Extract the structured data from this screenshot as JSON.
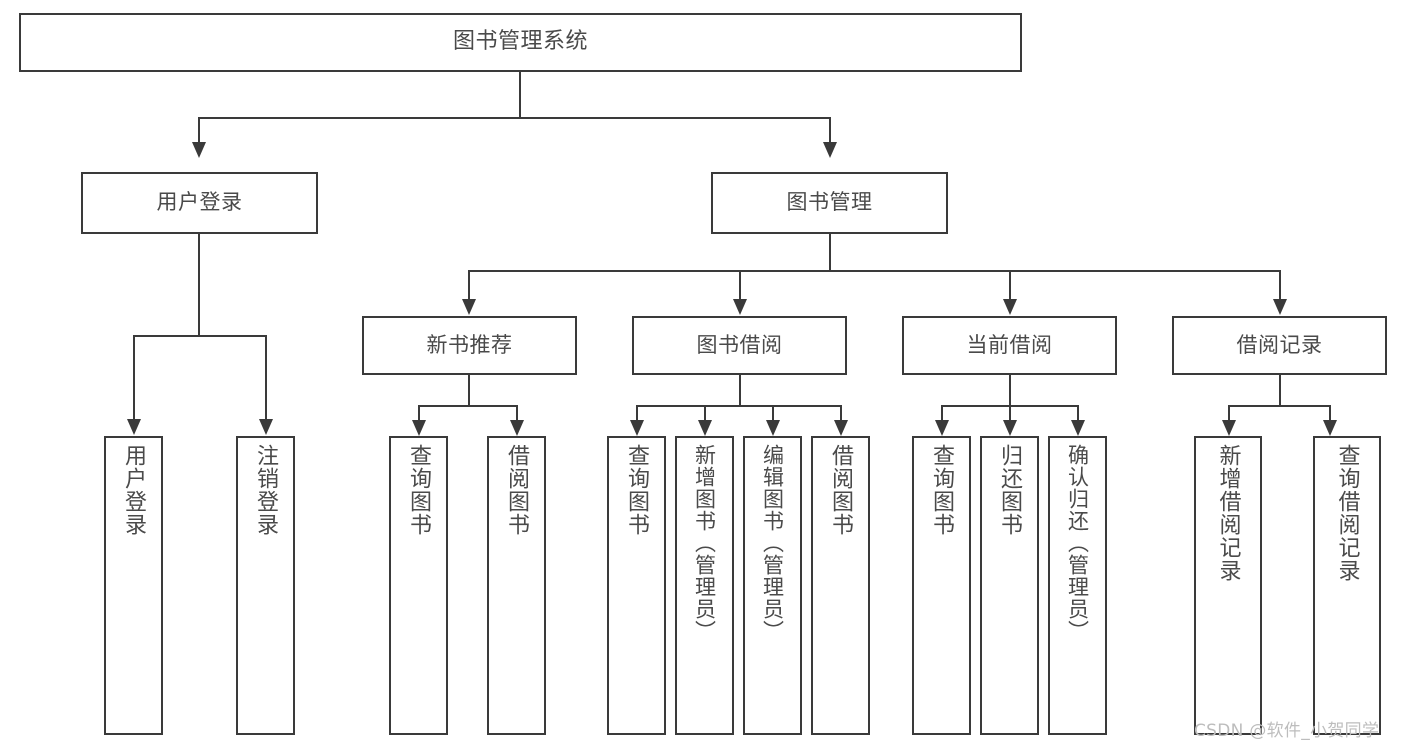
{
  "diagram": {
    "title": "图书管理系统",
    "type": "功能结构图",
    "watermark": "CSDN @软件_小贺同学",
    "style": {
      "border_color": "#3a3a3a",
      "text_color": "#4a4a4a",
      "background": "#ffffff",
      "watermark_color": "#bdbdbd"
    }
  },
  "nodes": {
    "root": {
      "label": "图书管理系统",
      "level": 1
    },
    "level2": [
      {
        "id": "user-login",
        "label": "用户登录"
      },
      {
        "id": "book-manage",
        "label": "图书管理"
      }
    ],
    "level3": [
      {
        "id": "new-book-recommend",
        "label": "新书推荐"
      },
      {
        "id": "book-borrow",
        "label": "图书借阅"
      },
      {
        "id": "current-borrow",
        "label": "当前借阅"
      },
      {
        "id": "borrow-record",
        "label": "借阅记录"
      }
    ],
    "leaves": {
      "user-login": [
        {
          "id": "leaf-user-login",
          "label": "用户登录"
        },
        {
          "id": "leaf-logout-login",
          "label": "注销登录"
        }
      ],
      "new-book-recommend": [
        {
          "id": "leaf-query-book-1",
          "label": "查询图书"
        },
        {
          "id": "leaf-borrow-book-1",
          "label": "借阅图书"
        }
      ],
      "book-borrow": [
        {
          "id": "leaf-query-book-2",
          "label": "查询图书"
        },
        {
          "id": "leaf-add-book",
          "label": "新增图书（管理员）"
        },
        {
          "id": "leaf-edit-book",
          "label": "编辑图书（管理员）"
        },
        {
          "id": "leaf-borrow-book-2",
          "label": "借阅图书"
        }
      ],
      "current-borrow": [
        {
          "id": "leaf-query-book-3",
          "label": "查询图书"
        },
        {
          "id": "leaf-return-book",
          "label": "归还图书"
        },
        {
          "id": "leaf-confirm-return",
          "label": "确认归还（管理员）"
        }
      ],
      "borrow-record": [
        {
          "id": "leaf-add-record",
          "label": "新增借阅记录"
        },
        {
          "id": "leaf-query-record",
          "label": "查询借阅记录"
        }
      ]
    }
  }
}
